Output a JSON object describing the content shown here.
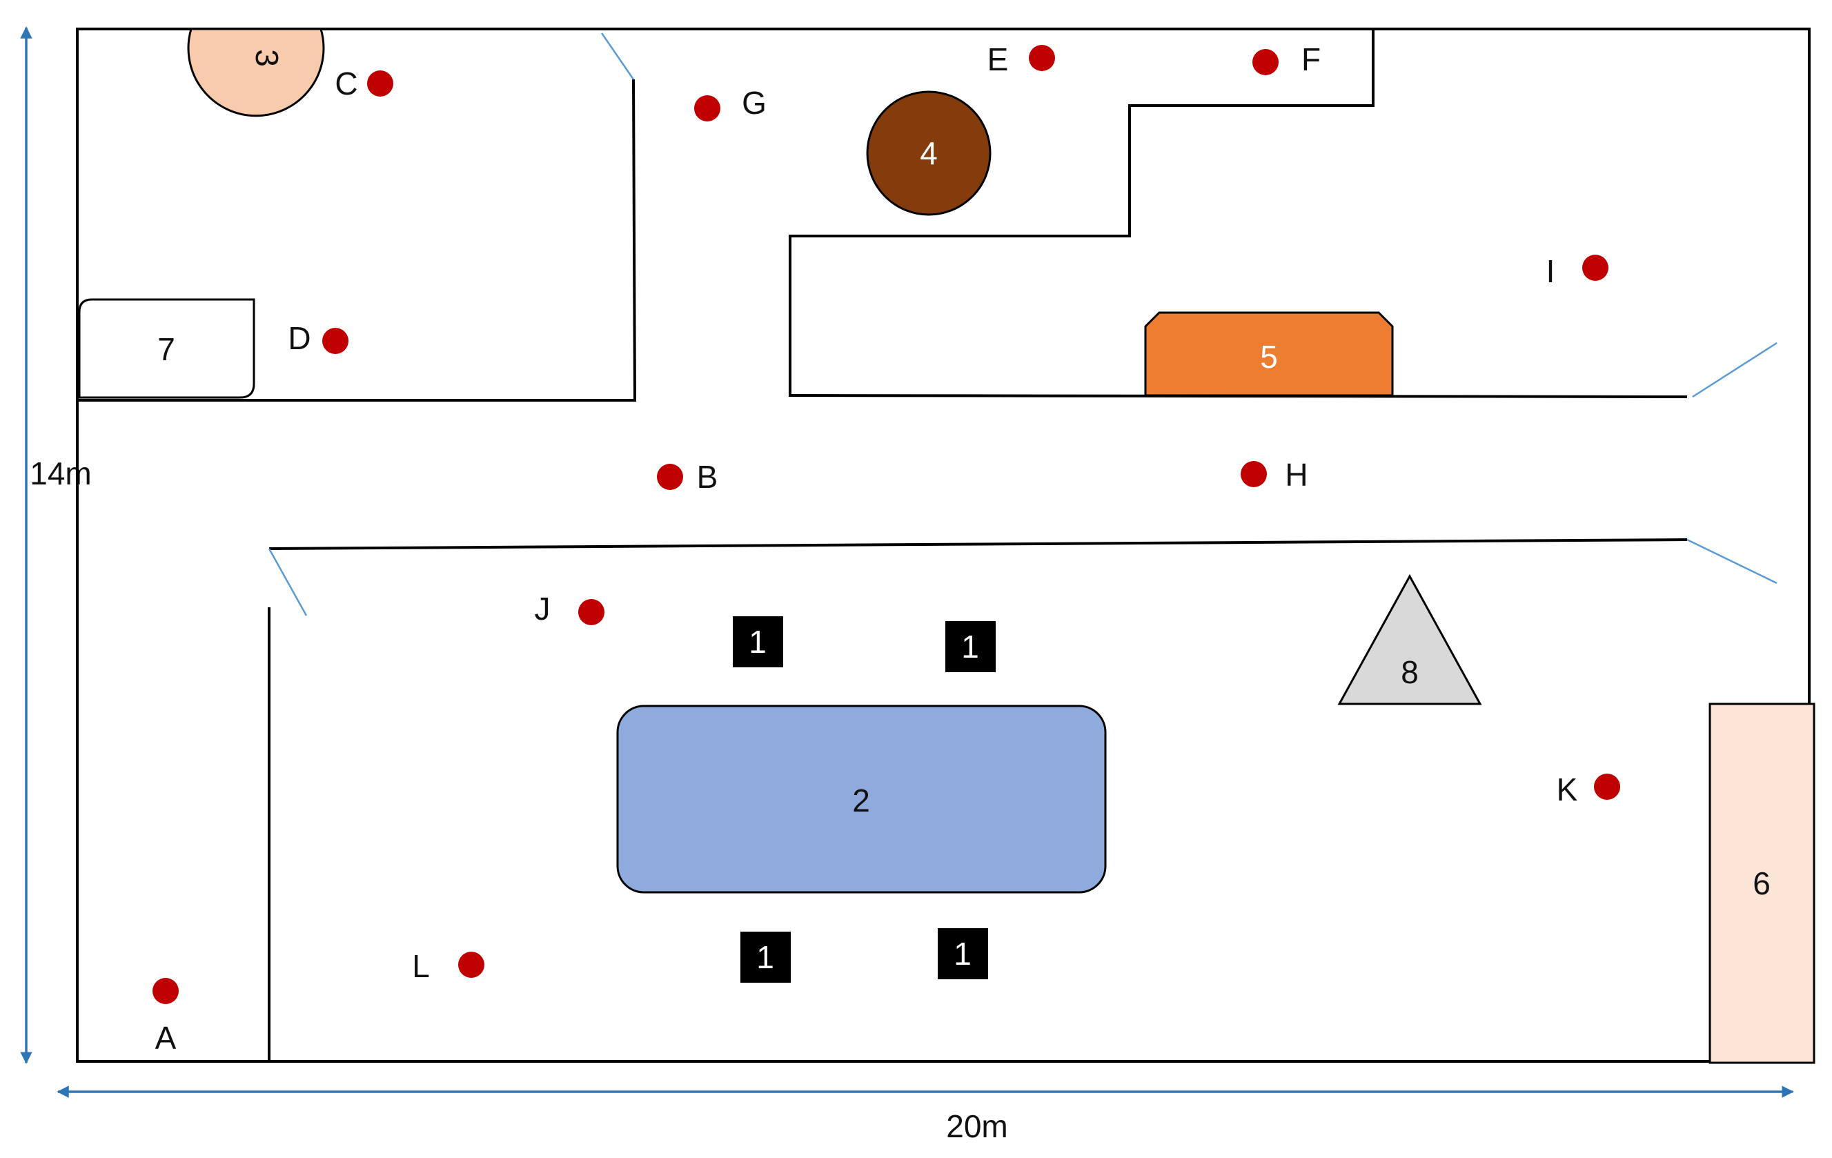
{
  "dimensions": {
    "width_label": "20m",
    "height_label": "14m"
  },
  "colors": {
    "wall": "#000000",
    "door": "#5b9bd5",
    "dimension": "#2e75b6",
    "point": "#c00000",
    "obj1": "#000000",
    "obj2": "#8faadc",
    "obj3": "#f8cbad",
    "obj4": "#843c0c",
    "obj5": "#ed7d31",
    "obj6": "#fbe5d6",
    "obj7": "#ffffff",
    "obj8": "#d9d9d9"
  },
  "points": [
    {
      "id": "A",
      "label": "A"
    },
    {
      "id": "B",
      "label": "B"
    },
    {
      "id": "C",
      "label": "C"
    },
    {
      "id": "D",
      "label": "D"
    },
    {
      "id": "E",
      "label": "E"
    },
    {
      "id": "F",
      "label": "F"
    },
    {
      "id": "G",
      "label": "G"
    },
    {
      "id": "H",
      "label": "H"
    },
    {
      "id": "I",
      "label": "I"
    },
    {
      "id": "J",
      "label": "J"
    },
    {
      "id": "K",
      "label": "K"
    },
    {
      "id": "L",
      "label": "L"
    }
  ],
  "objects": {
    "obj1_label": "1",
    "obj2_label": "2",
    "obj3_label": "3",
    "obj4_label": "4",
    "obj5_label": "5",
    "obj6_label": "6",
    "obj7_label": "7",
    "obj8_label": "8"
  }
}
